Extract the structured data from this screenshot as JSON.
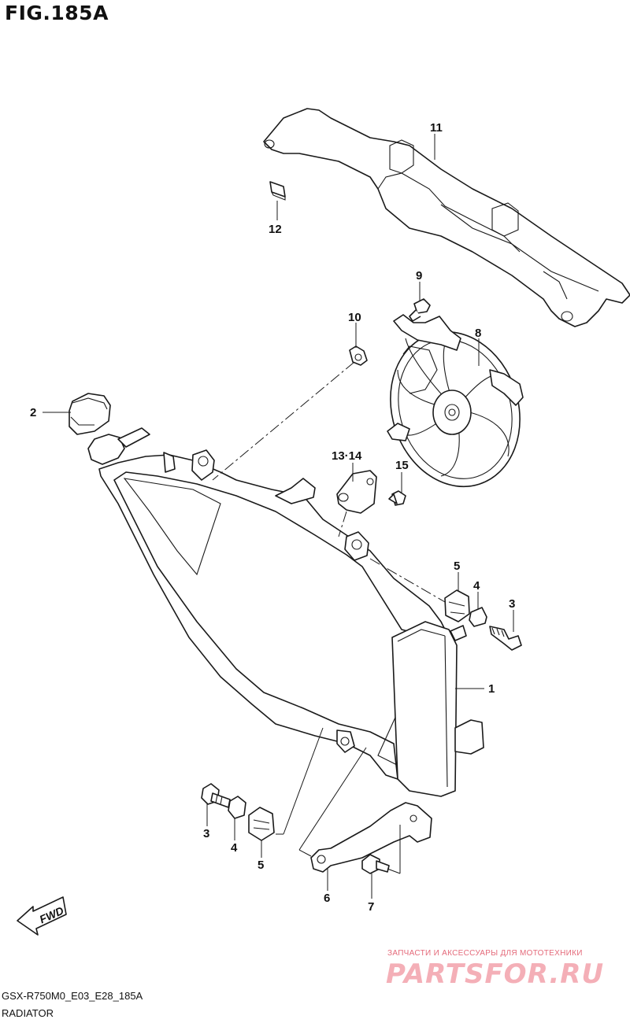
{
  "figure": {
    "title": "FIG.185A"
  },
  "footer": {
    "model_code": "GSX-R750M0_E03_E28_185A",
    "diagram_name": "RADIATOR"
  },
  "fwd_label": "FWD",
  "watermark": {
    "tagline": "ЗАПЧАСТИ И АКСЕССУАРЫ ДЛЯ МОТОТЕХНИКИ",
    "logo": "PARTSFOR.RU"
  },
  "callouts": {
    "p1": "1",
    "p2": "2",
    "p3a": "3",
    "p3b": "3",
    "p4a": "4",
    "p4b": "4",
    "p5a": "5",
    "p5b": "5",
    "p6": "6",
    "p7": "7",
    "p8": "8",
    "p9": "9",
    "p10": "10",
    "p11": "11",
    "p12": "12",
    "p13_14": "13·14",
    "p15": "15"
  }
}
